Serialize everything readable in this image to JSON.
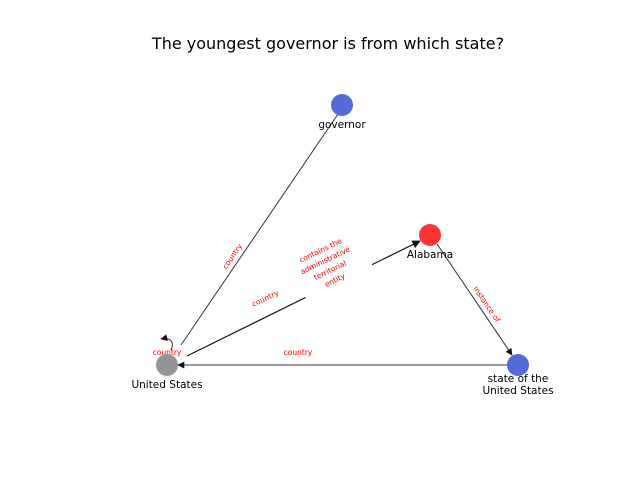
{
  "title": "The youngest governor is from which state?",
  "colors": {
    "entity": "#4a62d6",
    "answer": "#ff2a2a",
    "question": "#8f8f8f",
    "edge": "#333333",
    "edge_label": "#ff0000"
  },
  "nodes": {
    "governor": {
      "label": "governor",
      "kind": "entity"
    },
    "alabama": {
      "label": "Alabama",
      "kind": "answer"
    },
    "united_states": {
      "label": "United States",
      "kind": "question"
    },
    "state_of_us": {
      "label_line1": "state of the",
      "label_line2": "United States",
      "kind": "entity"
    }
  },
  "edges": {
    "us_self": {
      "label": "country"
    },
    "us_governor": {
      "label": "country"
    },
    "us_alabama_country": {
      "label": "country"
    },
    "us_alabama_contains": {
      "line1": "contains the",
      "line2": "administrative",
      "line3": "territorial",
      "line4": "entity"
    },
    "state_us": {
      "label": "country"
    },
    "alabama_state": {
      "label": "instance of"
    }
  }
}
